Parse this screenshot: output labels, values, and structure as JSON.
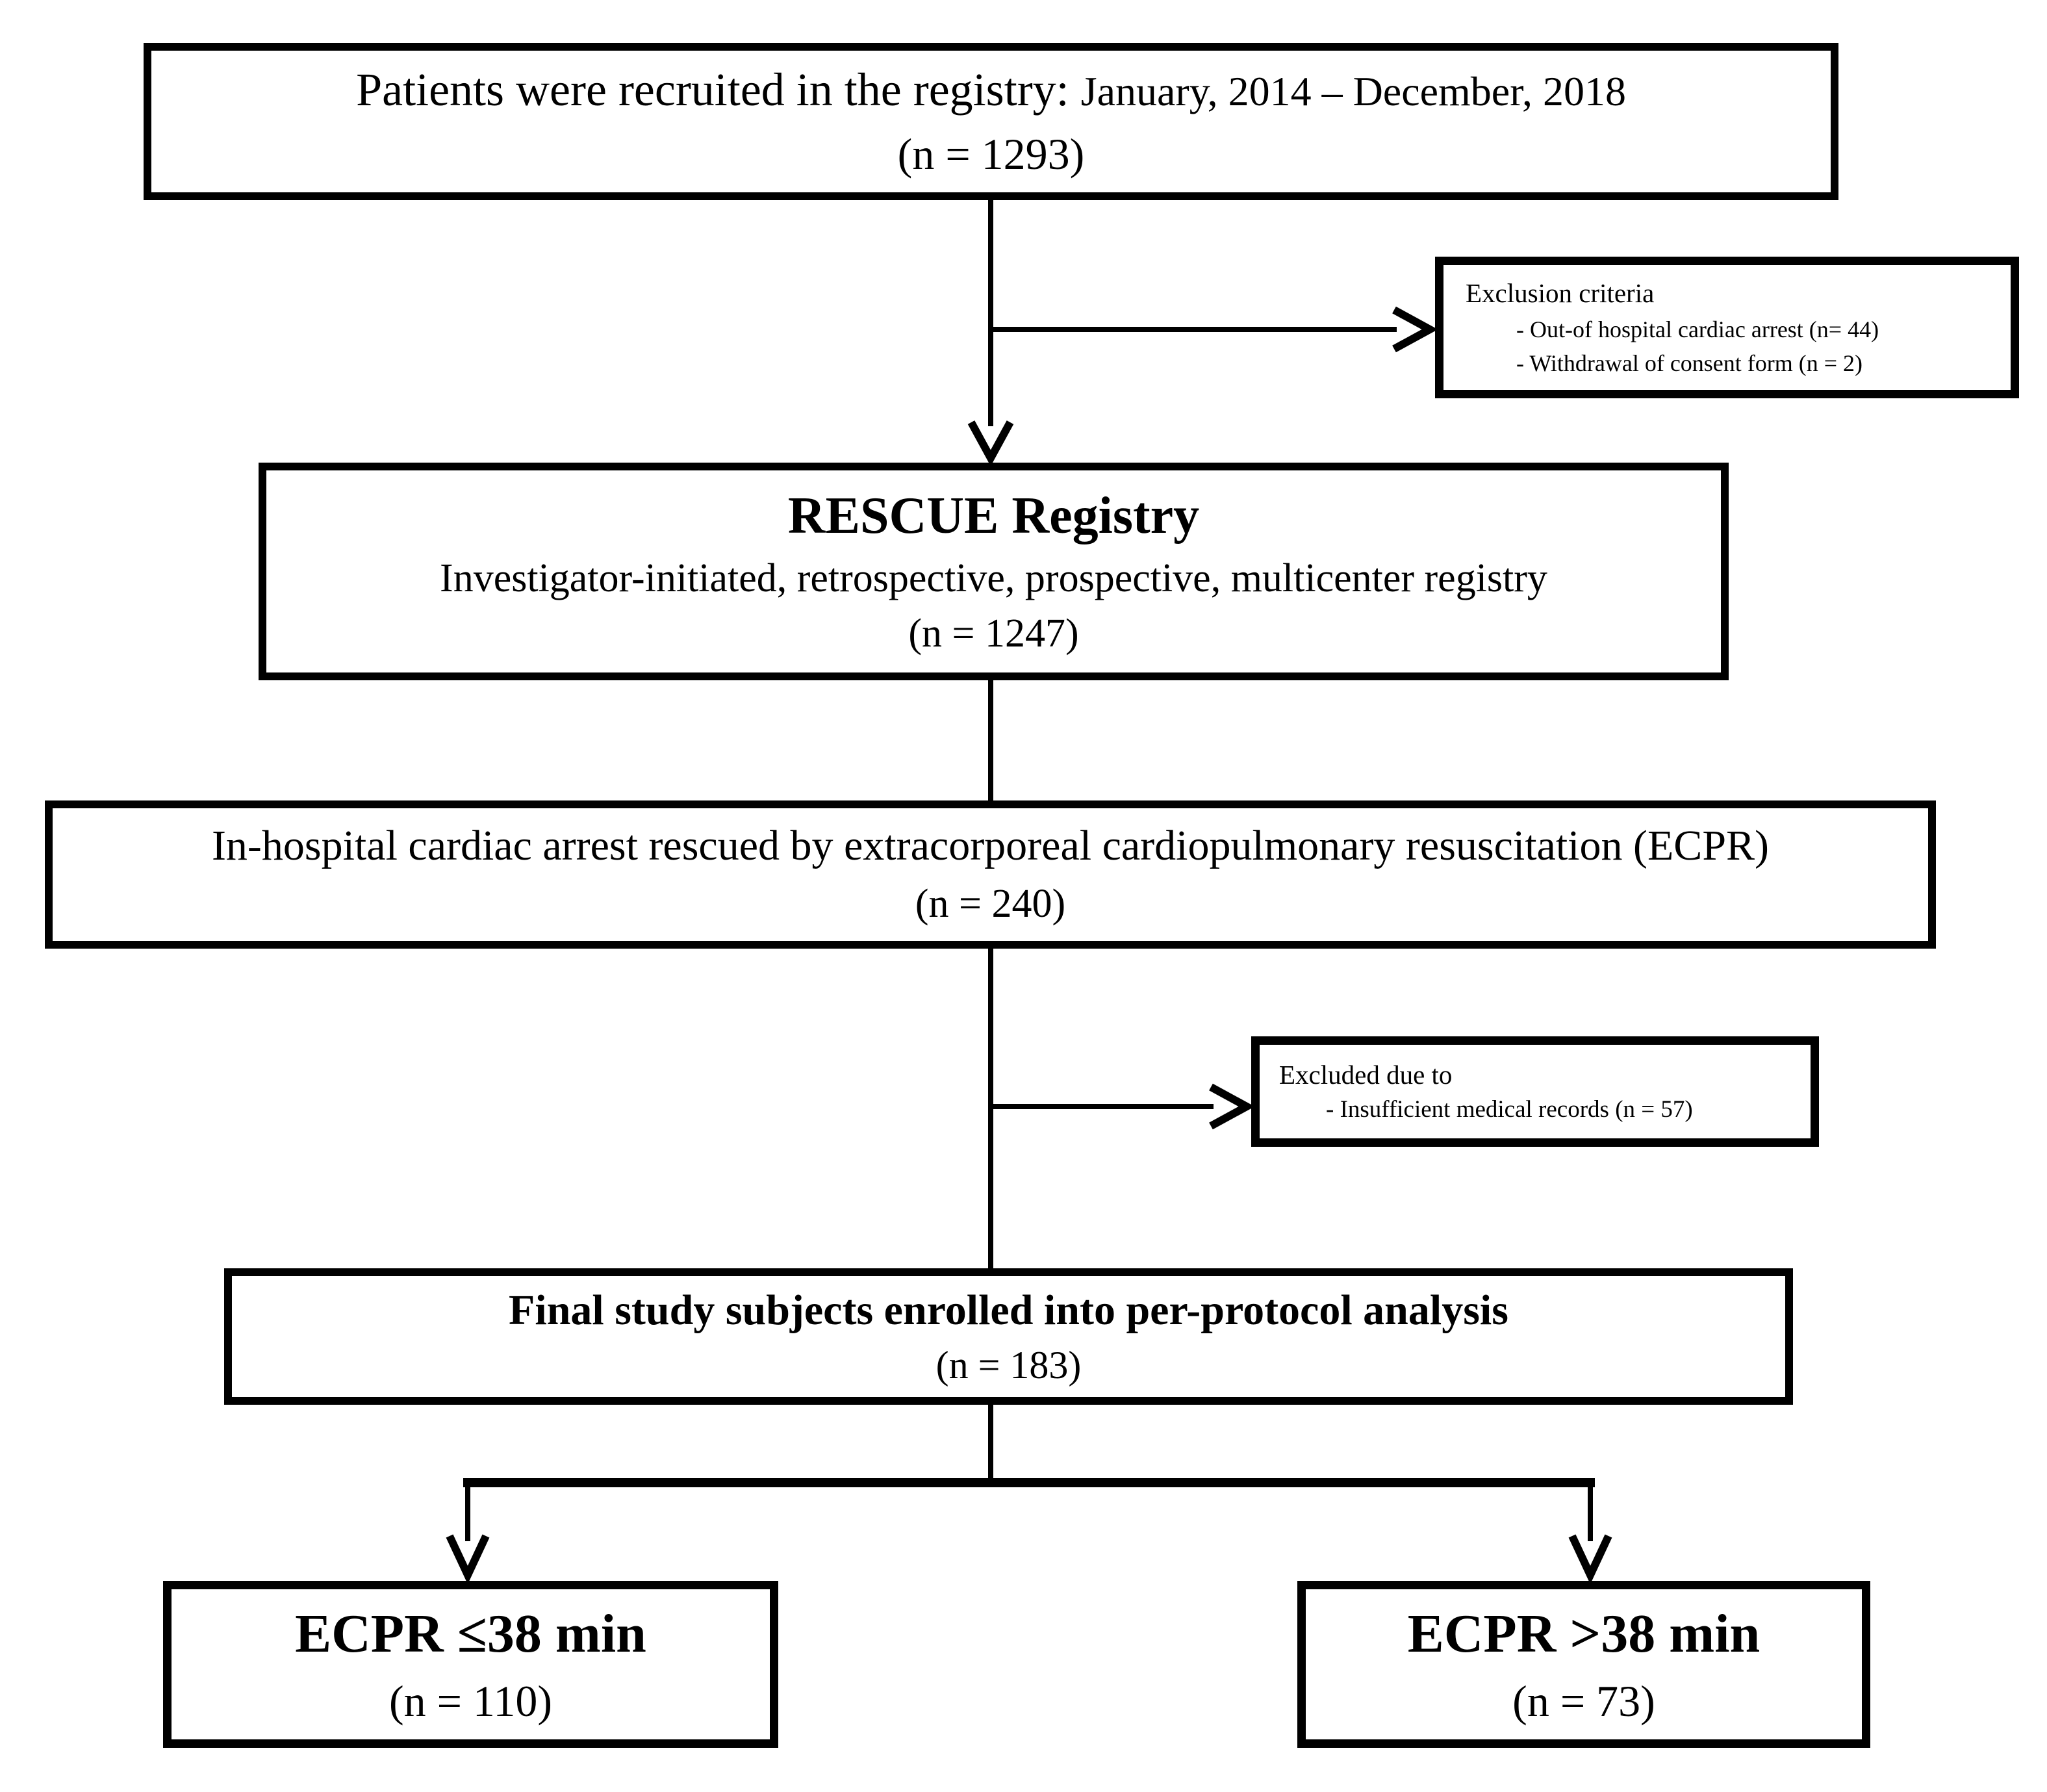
{
  "figure": {
    "background": "#ffffff",
    "line_color": "#000000",
    "text_color": "#000000"
  },
  "boxes": {
    "recruited": {
      "title_main": "Patients were recruited in the registry: ",
      "title_dates": "January, 2014 – December, 2018",
      "n_label": "(n = 1293)"
    },
    "exclusion": {
      "title": "Exclusion criteria",
      "items": [
        "- Out-of hospital cardiac arrest (n= 44)",
        "- Withdrawal of consent form (n = 2)"
      ]
    },
    "rescue": {
      "title": "RESCUE Registry",
      "subtitle": "Investigator-initiated, retrospective, prospective, multicenter registry",
      "n_label": "(n = 1247)"
    },
    "ihca": {
      "title": "In-hospital cardiac arrest rescued by extracorporeal cardiopulmonary resuscitation (ECPR)",
      "n_label": "(n = 240)"
    },
    "excluded": {
      "title": "Excluded due to",
      "items": [
        "- Insufficient medical records (n = 57)"
      ]
    },
    "final": {
      "title": "Final study subjects enrolled into per-protocol analysis",
      "n_label": "(n = 183)"
    },
    "ecpr_le38": {
      "title": "ECPR ≤38 min",
      "n_label": "(n = 110)"
    },
    "ecpr_gt38": {
      "title": "ECPR >38 min",
      "n_label": "(n = 73)"
    }
  }
}
